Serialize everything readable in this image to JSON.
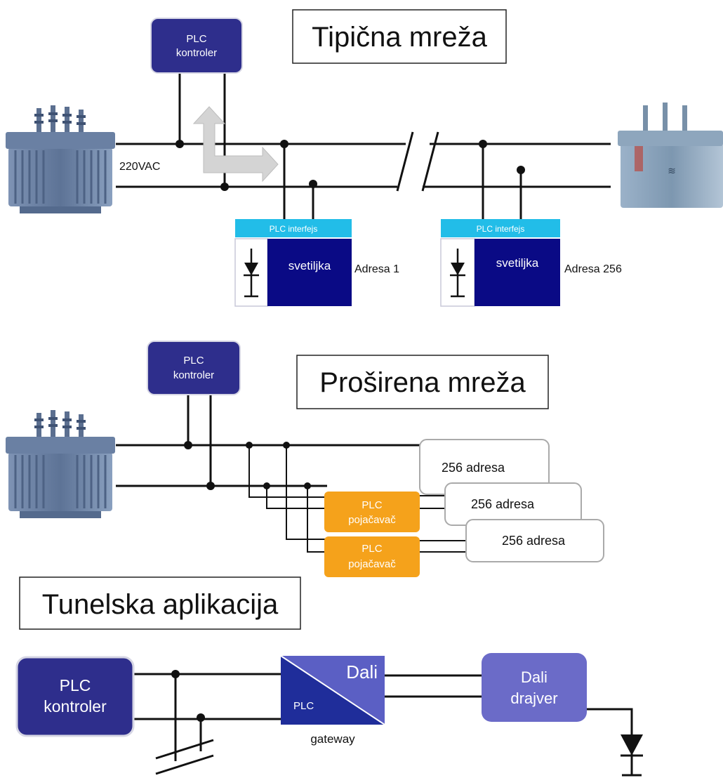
{
  "section1": {
    "title": "Tipična mreža",
    "controller": {
      "line1": "PLC",
      "line2": "kontroler"
    },
    "voltage_label": "220VAC",
    "node1": {
      "interface": "PLC interfejs",
      "lamp": "svetiljka",
      "address": "Adresa 1"
    },
    "node2": {
      "interface": "PLC interfejs",
      "lamp": "svetiljka",
      "address": "Adresa 256"
    }
  },
  "section2": {
    "title": "Proširena mreža",
    "controller": {
      "line1": "PLC",
      "line2": "kontroler"
    },
    "amplifiers": [
      {
        "line1": "PLC",
        "line2": "pojačavač"
      },
      {
        "line1": "PLC",
        "line2": "pojačavač"
      }
    ],
    "address_groups": [
      "256 adresa",
      "256 adresa",
      "256 adresa"
    ]
  },
  "section3": {
    "title": "Tunelska aplikacija",
    "controller": {
      "line1": "PLC",
      "line2": "kontroler"
    },
    "gateway": {
      "left": "PLC",
      "right": "Dali",
      "caption": "gateway"
    },
    "driver": {
      "line1": "Dali",
      "line2": "drajver"
    }
  },
  "colors": {
    "navy": "#2e2e8c",
    "deep_blue": "#0a0a85",
    "periwinkle": "#6b6bc8",
    "cyan": "#22bde8",
    "orange": "#f5a21b",
    "line": "#111111",
    "arrow": "#d4d4d4",
    "transformer": "#6f86a8"
  }
}
